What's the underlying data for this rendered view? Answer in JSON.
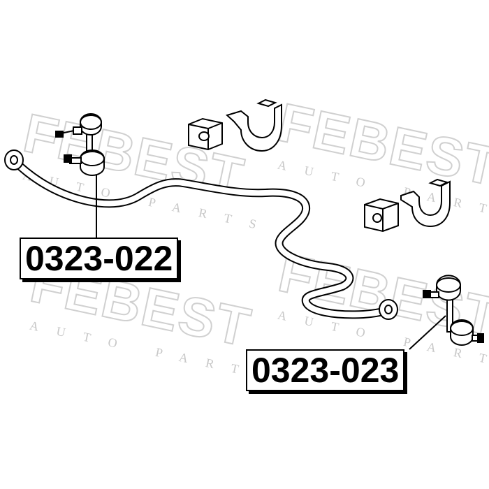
{
  "watermark": {
    "brand": "FEBEST",
    "subtitle": "AUTO PARTS"
  },
  "parts": [
    {
      "number": "0323-022"
    },
    {
      "number": "0323-023"
    }
  ],
  "colors": {
    "line": "#000000",
    "watermark": "#d0d0d0",
    "background": "#ffffff"
  }
}
